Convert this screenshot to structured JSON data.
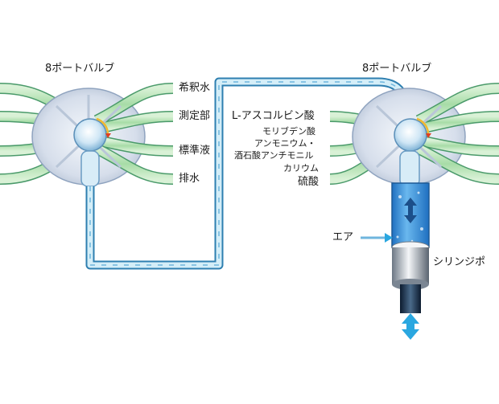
{
  "left_valve": {
    "title": "8ポートバルブ",
    "ports": [
      "希釈水",
      "測定部",
      "標準液",
      "排水"
    ]
  },
  "right_valve": {
    "title": "8ポートバルブ",
    "reagents": [
      "L-アスコルビン酸",
      "モリブデン酸",
      "アンモニウム・",
      "酒石酸アンチモニル",
      "カリウム",
      "硫酸"
    ]
  },
  "air_label": "エア",
  "syringe_label": "シリンジポ",
  "colors": {
    "tube_fill": "#c9e8f2",
    "tube_stroke": "#2e7fb0",
    "tube_green": "#b7e4b7",
    "valve_body": "#dfe7f2",
    "syringe_liquid": "#3a8fd8",
    "arrow": "#2aa7e0"
  }
}
